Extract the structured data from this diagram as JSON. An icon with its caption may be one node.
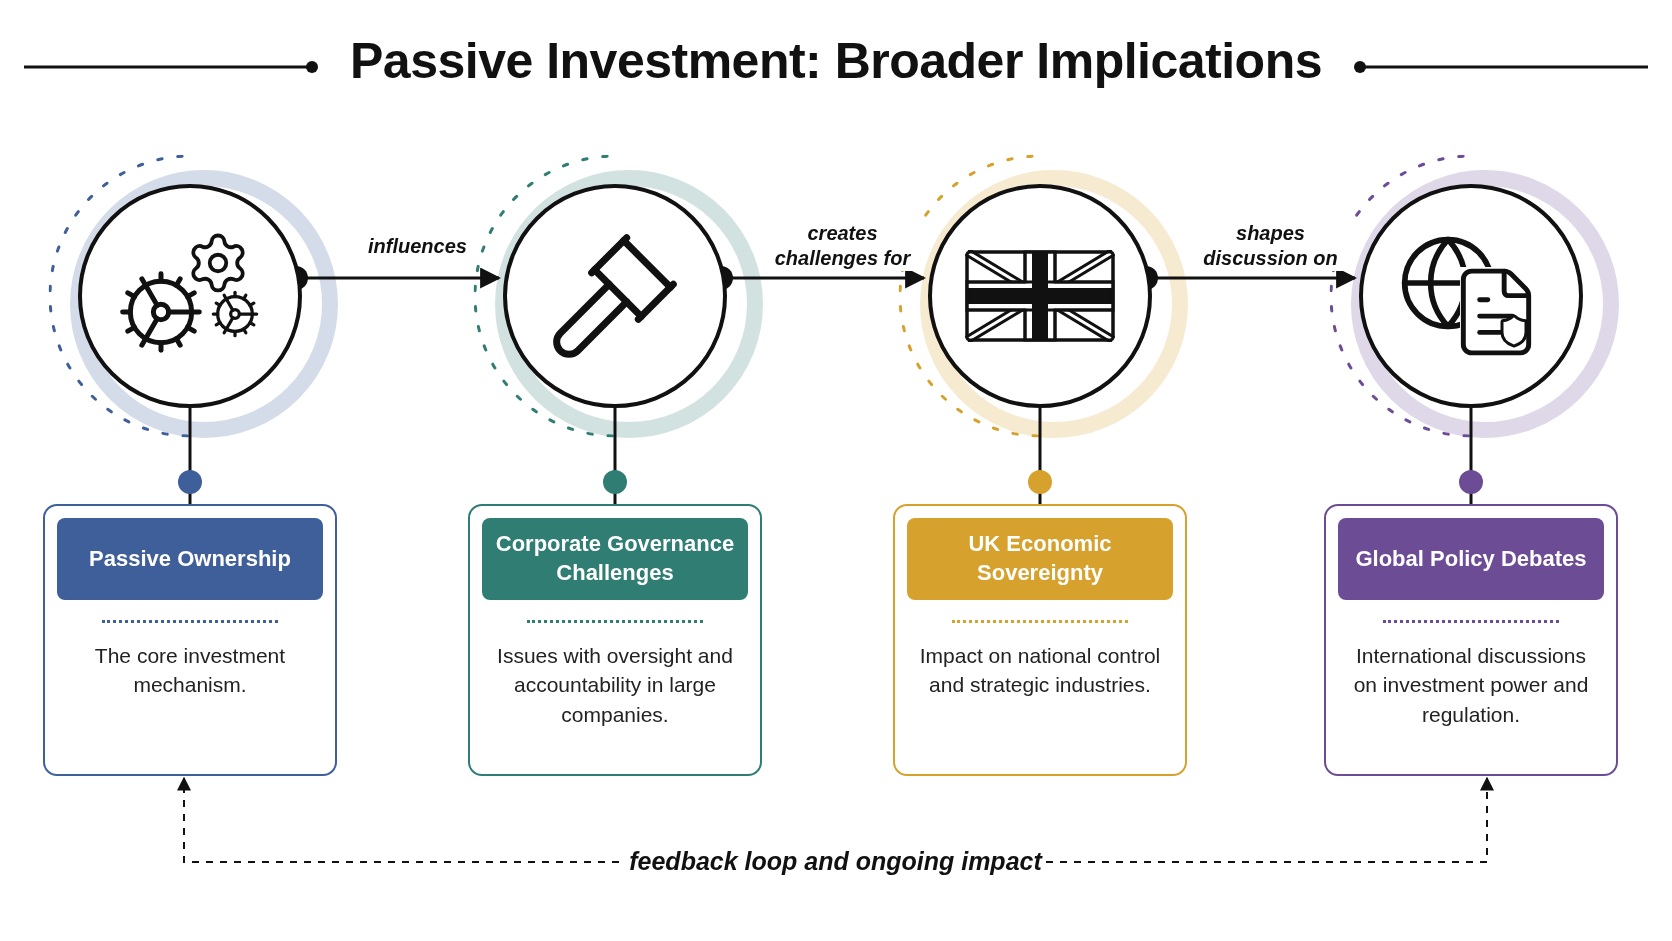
{
  "diagram": {
    "title": "Passive Investment: Broader Implications",
    "nodes": [
      {
        "text": [],
        "shape": "circle"
      },
      {
        "text": [],
        "shape": "circle"
      },
      {
        "text": [],
        "shape": "circle"
      },
      {
        "text": [],
        "shape": "circle"
      },
      {
        "text": [
          "Passive Ownership",
          "The core investment mechanism."
        ]
      },
      {
        "text": [
          "Corporate Governance Challenges",
          "Issues with oversight and accountability in large companies."
        ]
      },
      {
        "text": [
          "UK Economic Sovereignty",
          "Impact on national control and strategic industries."
        ]
      },
      {
        "text": [
          "Global Policy Debates",
          "International discussions on investment power and regulation."
        ]
      }
    ],
    "edges": [
      {
        "from": 0,
        "to": 1,
        "arrow": "to",
        "label": "influences"
      },
      {
        "from": 1,
        "to": 2,
        "arrow": "to",
        "label": "creates challenges for"
      },
      {
        "from": 2,
        "to": 3,
        "arrow": "to",
        "label": "shapes discussion on"
      },
      {
        "from": 0,
        "to": 4,
        "arrow": "none"
      },
      {
        "from": 1,
        "to": 5,
        "arrow": "none"
      },
      {
        "from": 2,
        "to": 6,
        "arrow": "none"
      },
      {
        "from": 3,
        "to": 7,
        "arrow": "none"
      },
      {
        "from": 7,
        "to": 4,
        "arrow": "both",
        "style": "dashed",
        "label": "feedback loop and ongoing impact"
      }
    ]
  }
}
